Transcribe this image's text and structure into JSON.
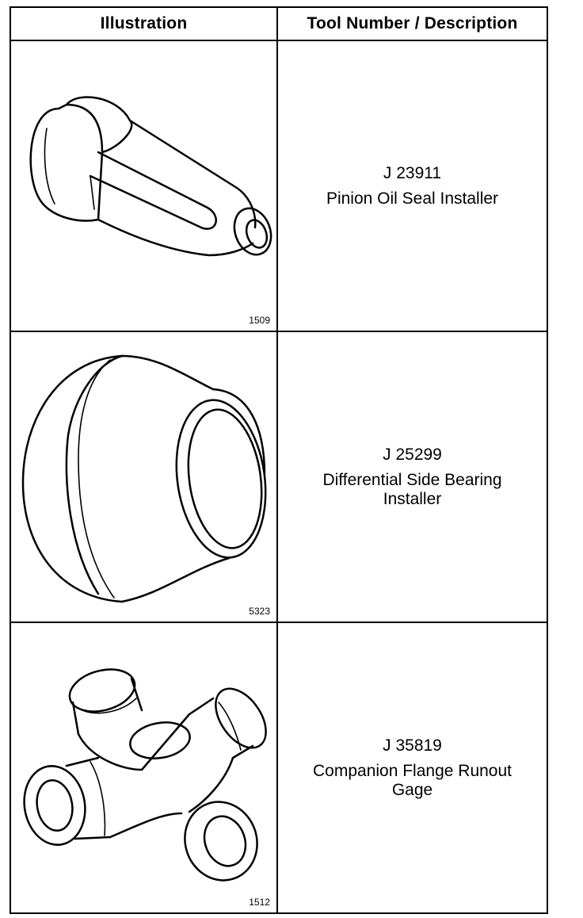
{
  "headers": {
    "illustration": "Illustration",
    "tool": "Tool Number / Description"
  },
  "rows": [
    {
      "fig": "1509",
      "number": "J 23911",
      "description": "Pinion Oil Seal Installer"
    },
    {
      "fig": "5323",
      "number": "J 25299",
      "description": "Differential Side Bearing Installer"
    },
    {
      "fig": "1512",
      "number": "J 35819",
      "description": "Companion Flange Runout Gage"
    }
  ]
}
